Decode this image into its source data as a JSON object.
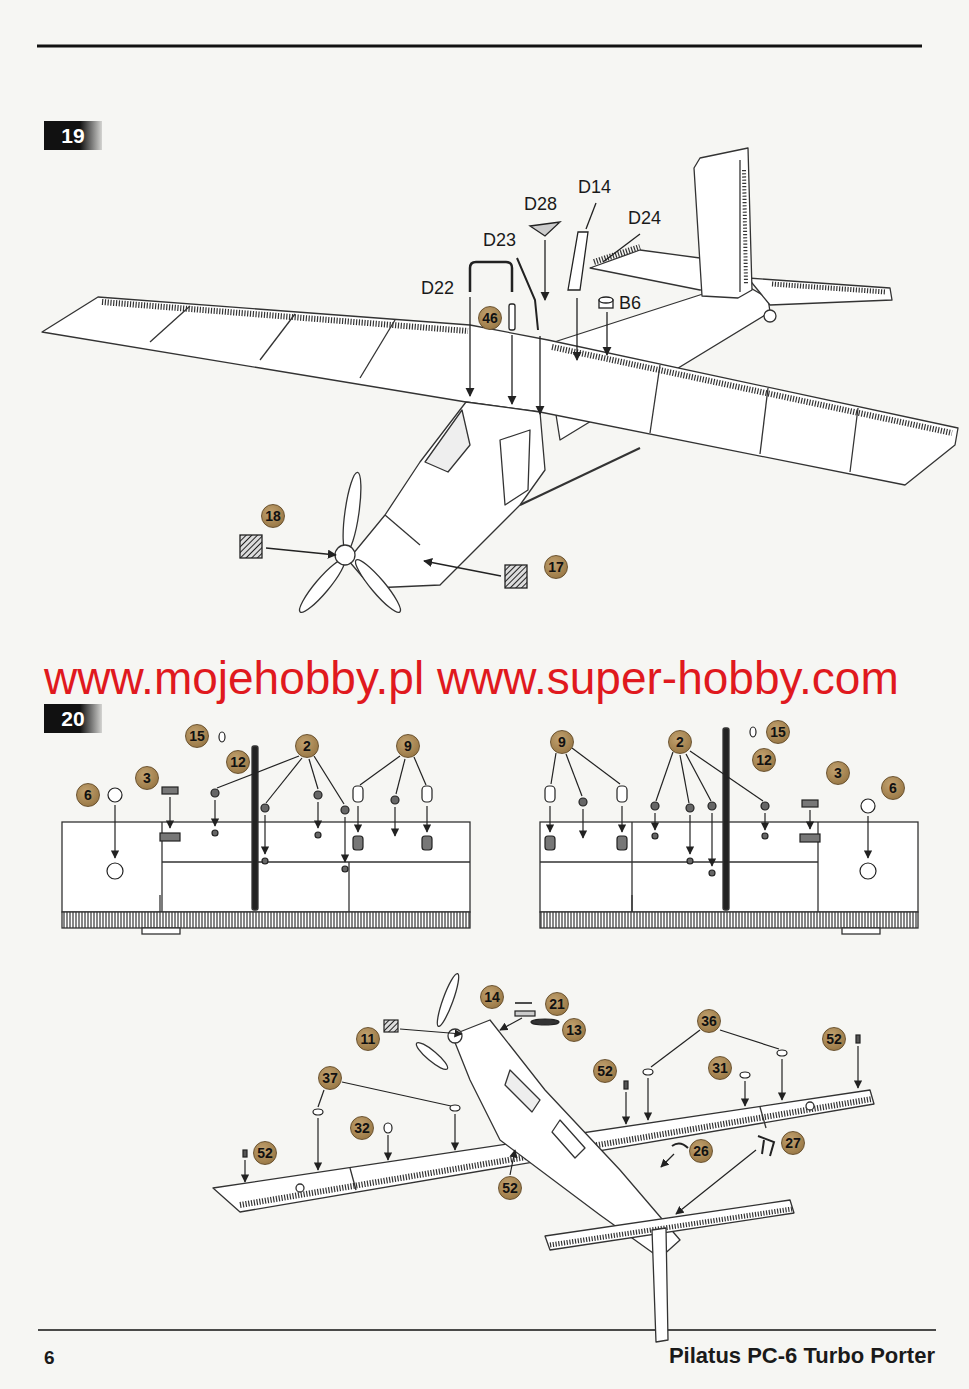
{
  "diagram": {
    "nodes": [
      {
        "text": [
          "19"
        ]
      },
      {
        "text": [
          "46"
        ]
      },
      {
        "text": [
          "18"
        ]
      },
      {
        "text": [
          "17"
        ]
      },
      {
        "text": [
          "20"
        ]
      },
      {
        "text": [
          "6"
        ]
      },
      {
        "text": [
          "3"
        ]
      },
      {
        "text": [
          "15"
        ]
      },
      {
        "text": [
          "12"
        ]
      },
      {
        "text": [
          "2"
        ]
      },
      {
        "text": [
          "9"
        ]
      },
      {
        "text": [
          "9"
        ]
      },
      {
        "text": [
          "2"
        ]
      },
      {
        "text": [
          "15"
        ]
      },
      {
        "text": [
          "12"
        ]
      },
      {
        "text": [
          "3"
        ]
      },
      {
        "text": [
          "6"
        ]
      },
      {
        "text": [
          "14"
        ]
      },
      {
        "text": [
          "21"
        ]
      },
      {
        "text": [
          "11"
        ]
      },
      {
        "text": [
          "13"
        ]
      },
      {
        "text": [
          "36"
        ]
      },
      {
        "text": [
          "52"
        ]
      },
      {
        "text": [
          "31"
        ]
      },
      {
        "text": [
          "52"
        ]
      },
      {
        "text": [
          "37"
        ]
      },
      {
        "text": [
          "32"
        ]
      },
      {
        "text": [
          "52"
        ]
      },
      {
        "text": [
          "26"
        ]
      },
      {
        "text": [
          "27"
        ]
      },
      {
        "text": [
          "52"
        ]
      }
    ],
    "labels": [
      "D28",
      "D14",
      "D23",
      "D24",
      "D22",
      "B6",
      "www.mojehobby.pl www.super-hobby.com",
      "6",
      "Pilatus PC-6 Turbo Porter"
    ]
  }
}
